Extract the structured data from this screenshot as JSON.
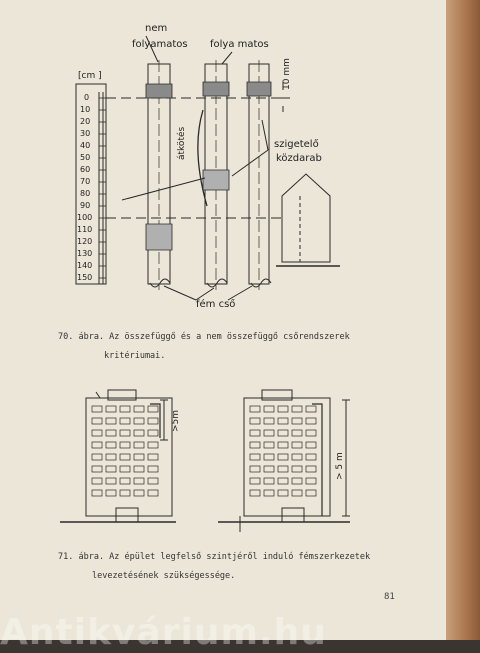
{
  "figure70": {
    "label_nem": "nem",
    "label_folyamatos_1": "folyamatos",
    "label_folyamatos_2": "folya matos",
    "label_10mm": "10 mm",
    "label_cm": "[cm ]",
    "scale_ticks": [
      "0",
      "10",
      "20",
      "30",
      "40",
      "50",
      "60",
      "70",
      "80",
      "90",
      "100",
      "110",
      "120",
      "130",
      "140",
      "150"
    ],
    "label_atkotes": "átkötés",
    "label_szigetelo": "szigetelő",
    "label_kozdarab": "közdarab",
    "label_femcso": "fém cső",
    "caption_line1": "70. ábra. Az összefüggő és a nem összefüggő csőrendszerek",
    "caption_line2": "kritériumai."
  },
  "figure71": {
    "label_5m_small": ">5m",
    "label_5m_large": "> 5 m",
    "caption_line1": "71. ábra. Az épület legfelső szintjéről induló fémszerkezetek",
    "caption_line2": "levezetésének szükségessége."
  },
  "page_number": "81",
  "watermark": "Antikvárium.hu"
}
